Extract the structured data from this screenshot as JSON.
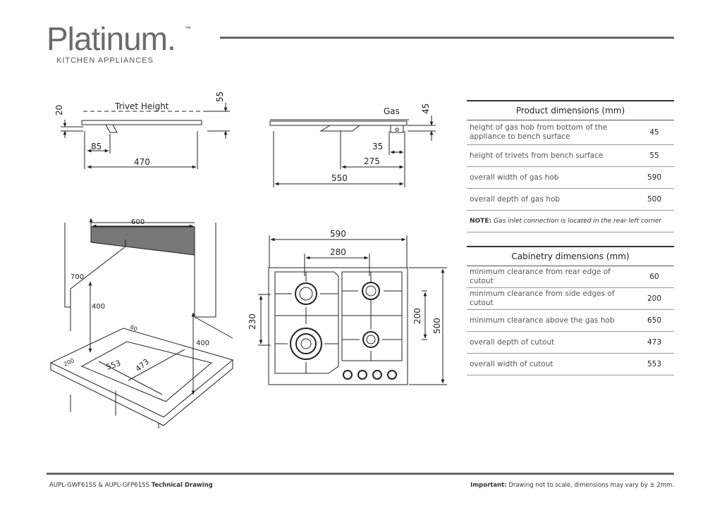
{
  "brand": {
    "name": "Platinum.",
    "tm": "™",
    "tagline": "KITCHEN APPLIANCES"
  },
  "side_view": {
    "label_trivet": "Trivet Height",
    "dim_20": "20",
    "dim_55": "55",
    "dim_85": "85",
    "dim_470": "470"
  },
  "rear_view": {
    "label_gas": "Gas",
    "dim_45": "45",
    "dim_35": "35",
    "dim_275": "275",
    "dim_550": "550"
  },
  "cabinet_view": {
    "dim_600": "600",
    "dim_700": "700",
    "dim_400a": "400",
    "dim_400b": "400",
    "dim_60": "60",
    "dim_200": "200",
    "dim_553": "553",
    "dim_473": "473"
  },
  "top_view": {
    "dim_590": "590",
    "dim_280": "280",
    "dim_230": "230",
    "dim_200": "200",
    "dim_500": "500"
  },
  "product_table": {
    "title": "Product dimensions (mm)",
    "rows": [
      {
        "label": "height of gas hob from bottom of the appliance to bench surface",
        "value": "45"
      },
      {
        "label": "height of trivets from bench surface",
        "value": "55"
      },
      {
        "label": "overall width of gas hob",
        "value": "590"
      },
      {
        "label": "overall depth of gas hob",
        "value": "500"
      }
    ],
    "note_label": "NOTE:",
    "note_text": "Gas inlet connection is located in the rear left corner"
  },
  "cabinetry_table": {
    "title": "Cabinetry dimensions (mm)",
    "rows": [
      {
        "label": "minimum clearance from rear edge of cutout",
        "value": "60"
      },
      {
        "label": "minimum clearance from side edges of cutout",
        "value": "200"
      },
      {
        "label": "minimum clearance above the gas hob",
        "value": "650"
      },
      {
        "label": "overall depth of cutout",
        "value": "473"
      },
      {
        "label": "overall width of cutout",
        "value": "553"
      }
    ]
  },
  "footer": {
    "models": "AUPL-GWF61SS & AUPL-GFP61SS",
    "doc_type": "Technical Drawing",
    "important_label": "Important:",
    "important_text": "Drawing not to scale, dimensions may vary by ± 2mm."
  }
}
